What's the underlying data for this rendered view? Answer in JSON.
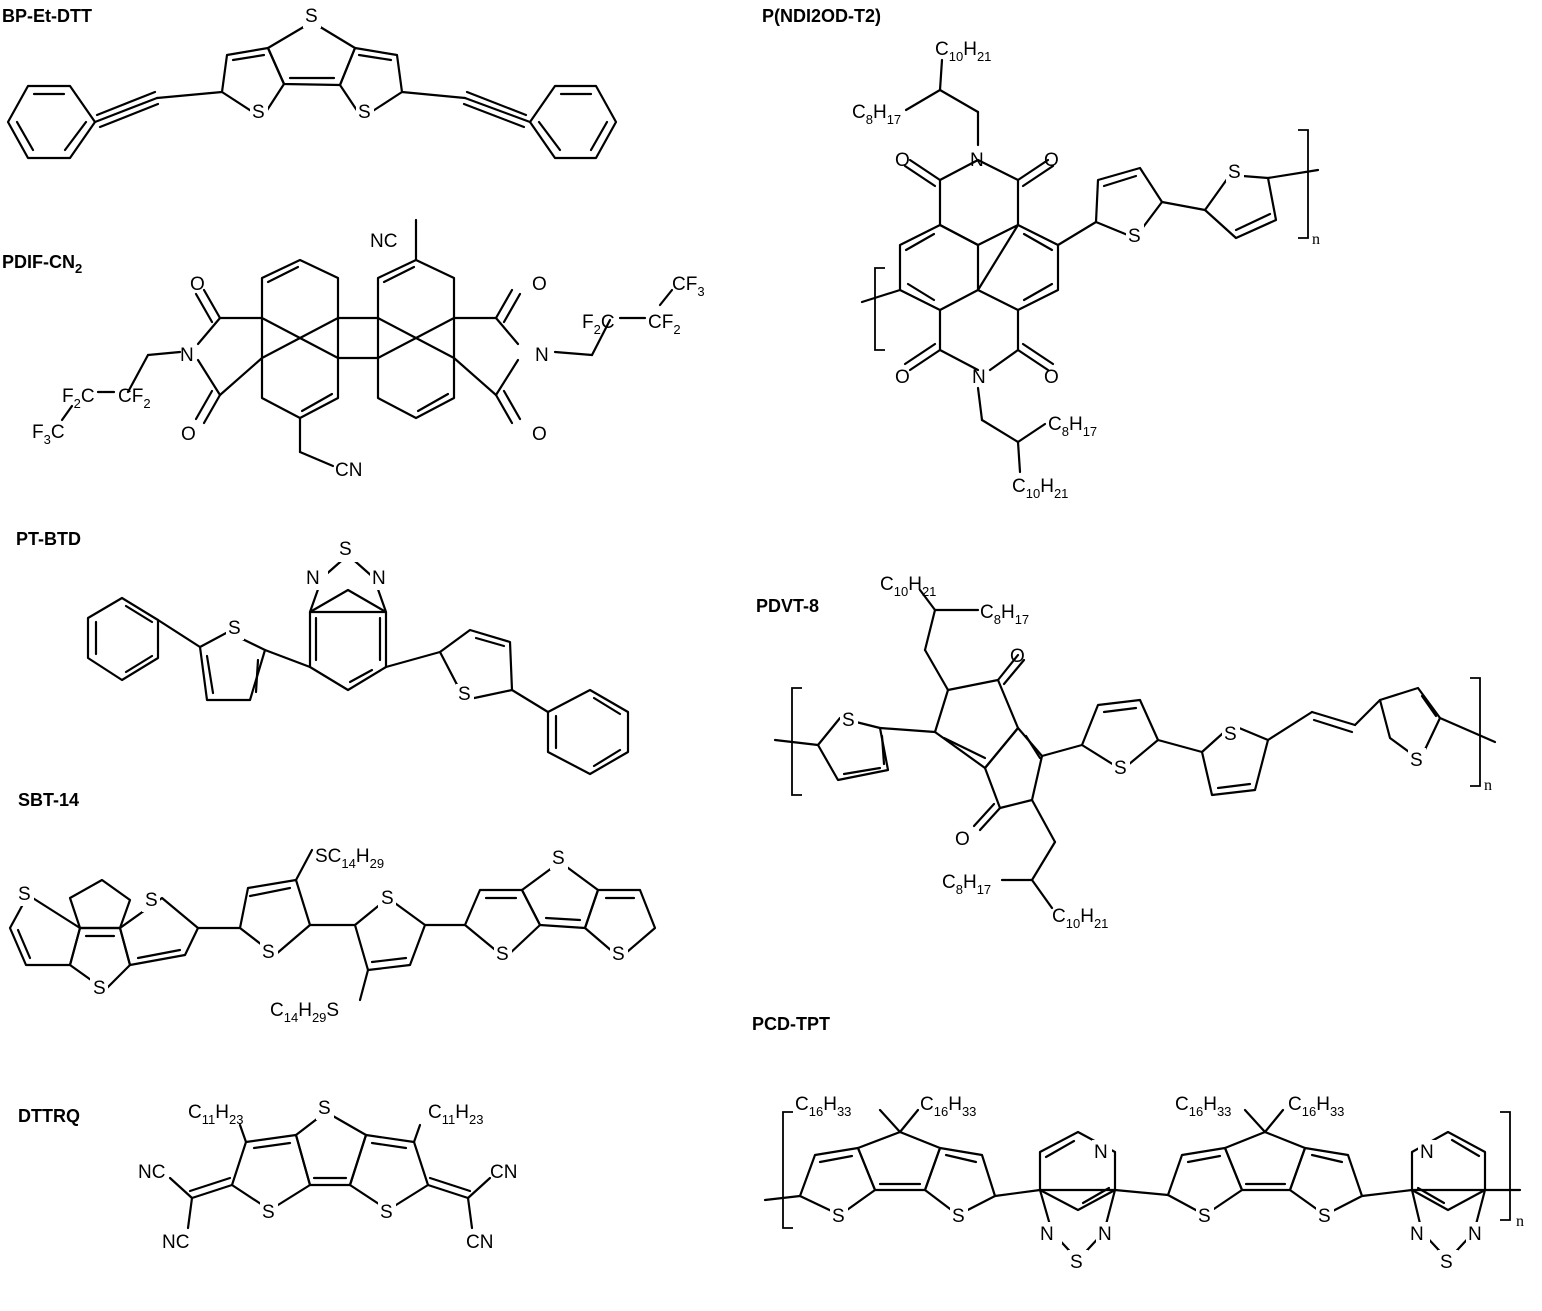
{
  "compounds": {
    "bp_et_dtt": "BP-Et-DTT",
    "pdif_cn2": "PDIF-CN",
    "pdif_cn2_sub": "2",
    "pt_btd": "PT-BTD",
    "sbt_14": "SBT-14",
    "dttrq": "DTTRQ",
    "p_ndi2od_t2": "P(NDI2OD-T2)",
    "pdvt_8": "PDVT-8",
    "pcd_tpt": "PCD-TPT"
  },
  "atoms": {
    "S": "S",
    "N": "N",
    "O": "O",
    "CN": "CN",
    "NC": "NC",
    "n": "n"
  },
  "groups": {
    "C": "C",
    "H": "H",
    "F": "F",
    "C10H21": [
      "10",
      "21"
    ],
    "C8H17": [
      "8",
      "17"
    ],
    "C11H23": [
      "11",
      "23"
    ],
    "C14H29": [
      "14",
      "29"
    ],
    "C16H33": [
      "16",
      "33"
    ],
    "F2": "2",
    "F3": "3"
  }
}
